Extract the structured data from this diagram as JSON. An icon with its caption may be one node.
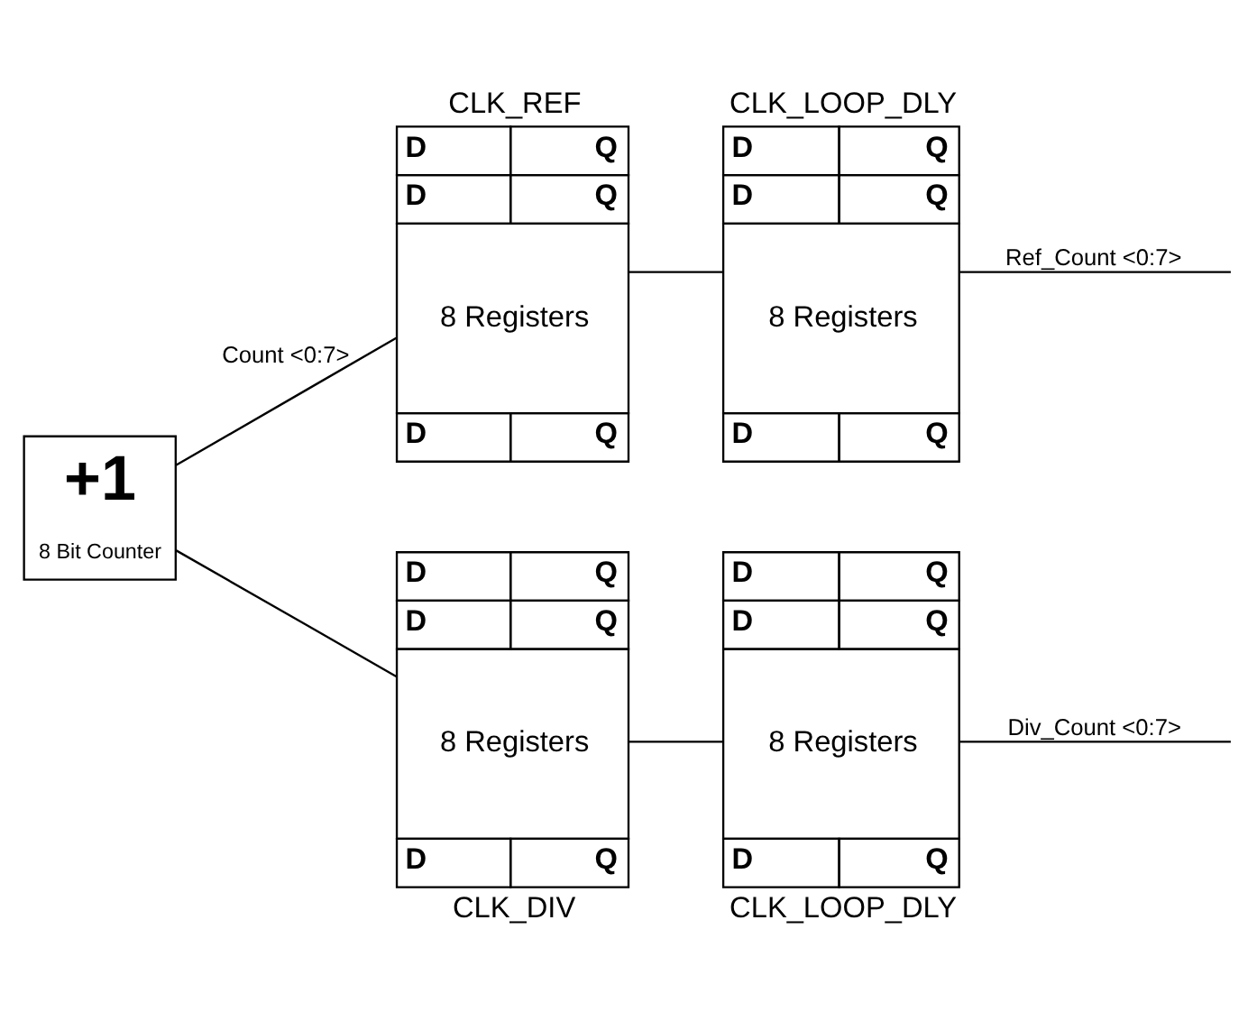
{
  "diagram": {
    "nodes": [
      {
        "text": [
          "+1",
          "8 Bit Counter"
        ]
      },
      {
        "text": [
          "D",
          "Q",
          "D",
          "Q",
          "8 Registers",
          "D",
          "Q"
        ],
        "beside": [
          "CLK_REF"
        ]
      },
      {
        "text": [
          "D",
          "Q",
          "D",
          "Q",
          "8 Registers",
          "D",
          "Q"
        ],
        "beside": [
          "CLK_LOOP_DLY"
        ]
      },
      {
        "text": [
          "D",
          "Q",
          "D",
          "Q",
          "8 Registers",
          "D",
          "Q"
        ],
        "beside": [
          "CLK_DIV"
        ]
      },
      {
        "text": [
          "D",
          "Q",
          "D",
          "Q",
          "8 Registers",
          "D",
          "Q"
        ],
        "beside": [
          "CLK_LOOP_DLY"
        ]
      }
    ],
    "edges": [
      {
        "from": 0,
        "to": 1,
        "arrow": "none",
        "label": "Count <0:7>"
      },
      {
        "from": 0,
        "to": 3,
        "arrow": "none"
      },
      {
        "from": 1,
        "to": 2,
        "arrow": "none"
      },
      {
        "from": 3,
        "to": 4,
        "arrow": "none"
      },
      {
        "from": 2,
        "to": null,
        "arrow": "none",
        "label": "Ref_Count <0:7>"
      },
      {
        "from": 4,
        "to": null,
        "arrow": "none",
        "label": "Div_Count <0:7>"
      }
    ]
  }
}
